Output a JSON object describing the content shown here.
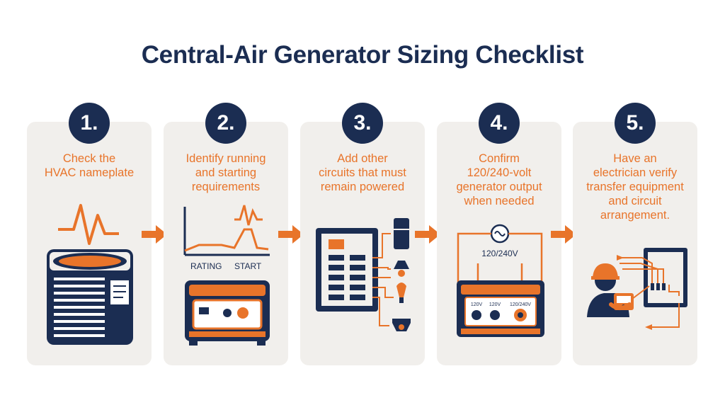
{
  "title": "Central-Air Generator Sizing Checklist",
  "colors": {
    "navy": "#1b2d52",
    "orange": "#e8742a",
    "card": "#f1efec"
  },
  "steps": [
    {
      "number": "1.",
      "text": "Check the\nHVAC nameplate",
      "icon": "ac-condenser-icon"
    },
    {
      "number": "2.",
      "text": "Identify running\nand starting\nrequirements",
      "icon": "generator-icon",
      "chart_labels": {
        "rating": "RATING",
        "start": "START"
      }
    },
    {
      "number": "3.",
      "text": "Add other\ncircuits that must\nremain powered",
      "icon": "breaker-panel-icon"
    },
    {
      "number": "4.",
      "text": "Confirm\n120/240-volt\ngenerator output\nwhen needed",
      "icon": "generator-outlets-icon",
      "voltage_label": "120/240V",
      "outlets": [
        "120V",
        "120V",
        "120/240V"
      ]
    },
    {
      "number": "5.",
      "text": "Have an\nelectrician verify\ntransfer equipment\nand circuit\narrangement.",
      "icon": "electrician-icon"
    }
  ]
}
